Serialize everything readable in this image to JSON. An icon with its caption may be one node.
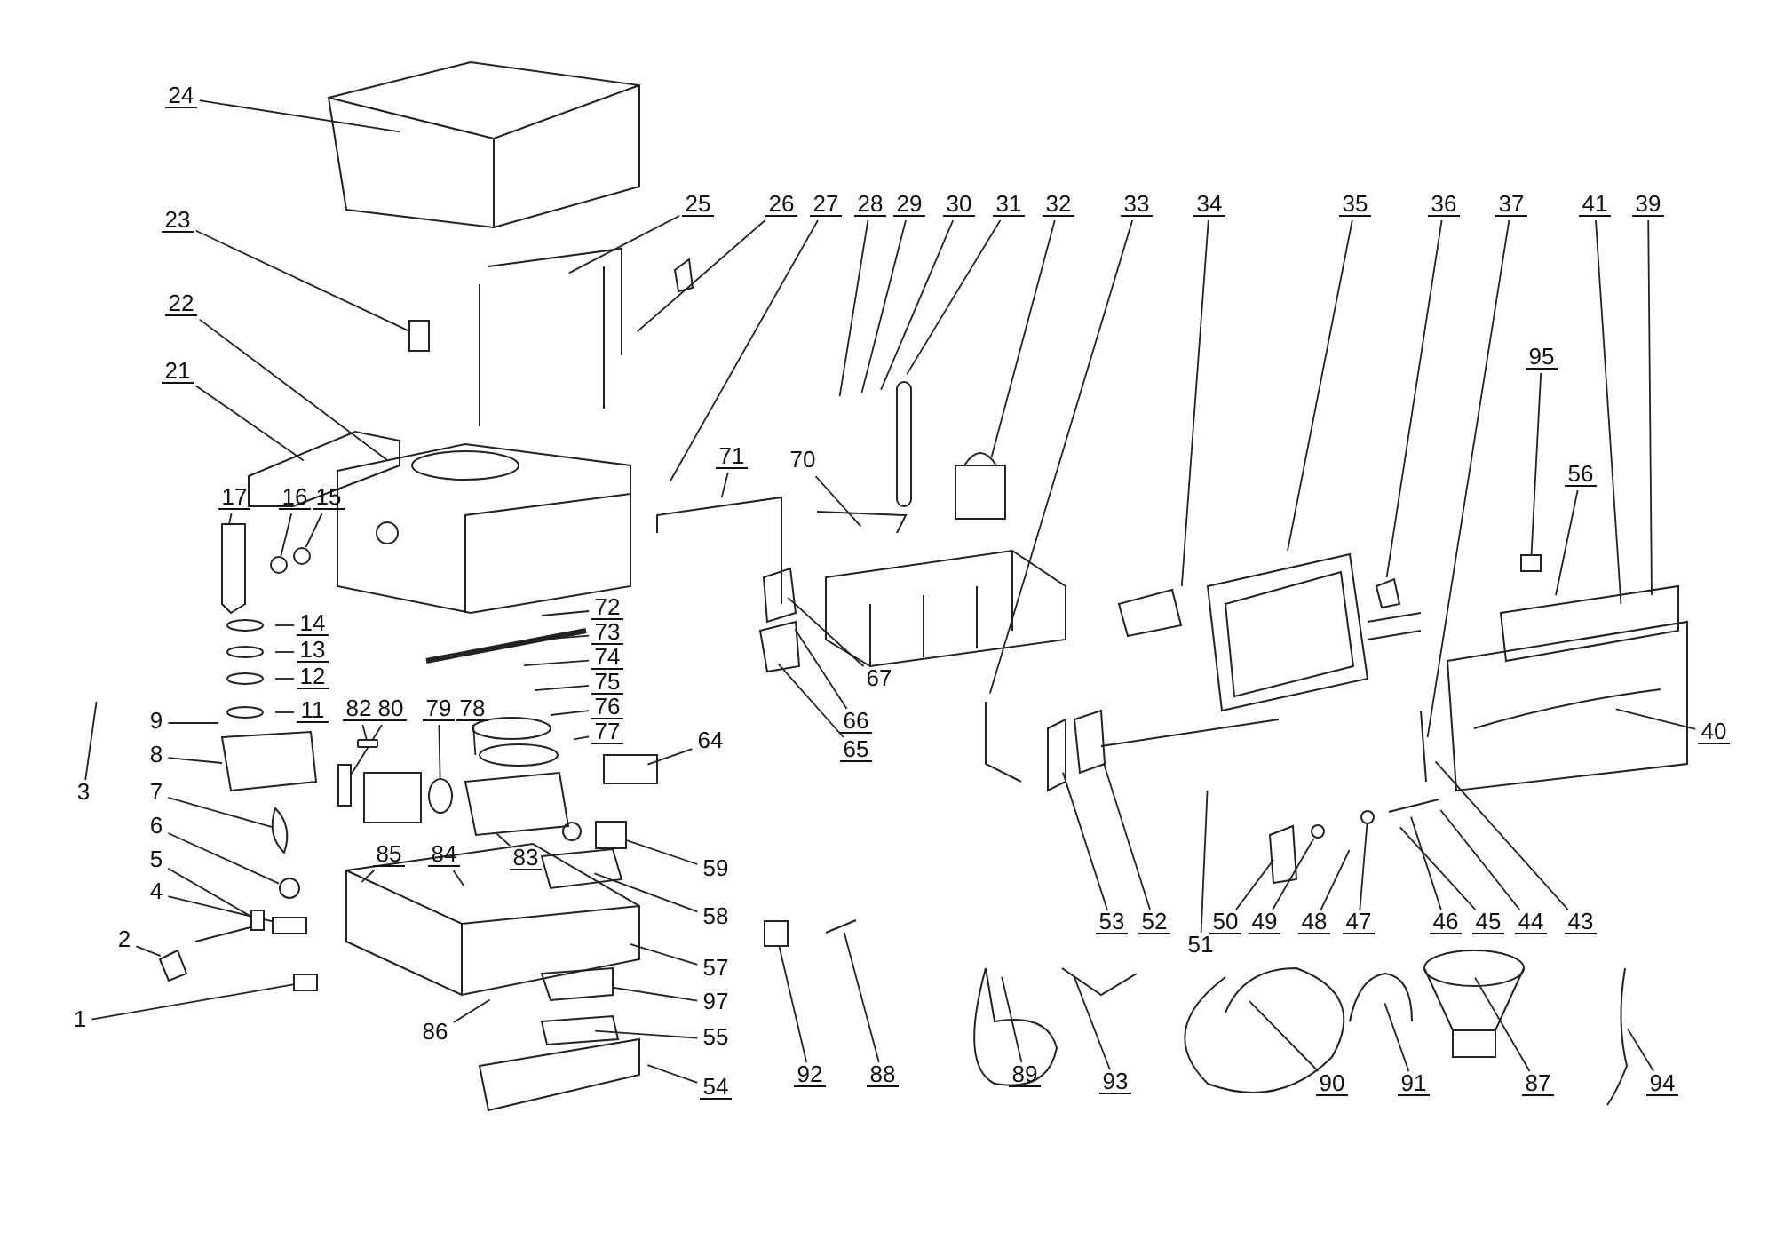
{
  "diagram": {
    "nodes": [
      {
        "text": [
          "24"
        ]
      },
      {
        "text": [
          "23"
        ]
      },
      {
        "text": [
          "22"
        ]
      },
      {
        "text": [
          "21"
        ]
      },
      {
        "text": [
          "25"
        ]
      },
      {
        "text": [
          "26"
        ]
      },
      {
        "text": [
          "27"
        ]
      },
      {
        "text": [
          "28"
        ]
      },
      {
        "text": [
          "29"
        ]
      },
      {
        "text": [
          "30"
        ]
      },
      {
        "text": [
          "31"
        ]
      },
      {
        "text": [
          "32"
        ]
      },
      {
        "text": [
          "33"
        ]
      },
      {
        "text": [
          "34"
        ]
      },
      {
        "text": [
          "35"
        ]
      },
      {
        "text": [
          "36"
        ]
      },
      {
        "text": [
          "37"
        ]
      },
      {
        "text": [
          "41"
        ]
      },
      {
        "text": [
          "39"
        ]
      },
      {
        "text": [
          "95"
        ]
      },
      {
        "text": [
          "56"
        ]
      },
      {
        "text": [
          "40"
        ]
      },
      {
        "text": [
          "43"
        ]
      },
      {
        "text": [
          "44"
        ]
      },
      {
        "text": [
          "45"
        ]
      },
      {
        "text": [
          "46"
        ]
      },
      {
        "text": [
          "47"
        ]
      },
      {
        "text": [
          "48"
        ]
      },
      {
        "text": [
          "49"
        ]
      },
      {
        "text": [
          "50"
        ]
      },
      {
        "text": [
          "51"
        ]
      },
      {
        "text": [
          "52"
        ]
      },
      {
        "text": [
          "53"
        ]
      },
      {
        "text": [
          "92"
        ]
      },
      {
        "text": [
          "88"
        ]
      },
      {
        "text": [
          "89"
        ]
      },
      {
        "text": [
          "93"
        ]
      },
      {
        "text": [
          "90"
        ]
      },
      {
        "text": [
          "91"
        ]
      },
      {
        "text": [
          "87"
        ]
      },
      {
        "text": [
          "94"
        ]
      },
      {
        "text": [
          "1"
        ]
      },
      {
        "text": [
          "2"
        ]
      },
      {
        "text": [
          "3"
        ]
      },
      {
        "text": [
          "4"
        ]
      },
      {
        "text": [
          "5"
        ]
      },
      {
        "text": [
          "6"
        ]
      },
      {
        "text": [
          "7"
        ]
      },
      {
        "text": [
          "8"
        ]
      },
      {
        "text": [
          "9"
        ]
      },
      {
        "text": [
          "11"
        ]
      },
      {
        "text": [
          "12"
        ]
      },
      {
        "text": [
          "13"
        ]
      },
      {
        "text": [
          "14"
        ]
      },
      {
        "text": [
          "17"
        ]
      },
      {
        "text": [
          "16"
        ]
      },
      {
        "text": [
          "15"
        ]
      },
      {
        "text": [
          "82"
        ]
      },
      {
        "text": [
          "80"
        ]
      },
      {
        "text": [
          "79"
        ]
      },
      {
        "text": [
          "78"
        ]
      },
      {
        "text": [
          "72"
        ]
      },
      {
        "text": [
          "73"
        ]
      },
      {
        "text": [
          "74"
        ]
      },
      {
        "text": [
          "75"
        ]
      },
      {
        "text": [
          "76"
        ]
      },
      {
        "text": [
          "77"
        ]
      },
      {
        "text": [
          "64"
        ]
      },
      {
        "text": [
          "83"
        ]
      },
      {
        "text": [
          "84"
        ]
      },
      {
        "text": [
          "85"
        ]
      },
      {
        "text": [
          "59"
        ]
      },
      {
        "text": [
          "58"
        ]
      },
      {
        "text": [
          "57"
        ]
      },
      {
        "text": [
          "97"
        ]
      },
      {
        "text": [
          "55"
        ]
      },
      {
        "text": [
          "54"
        ]
      },
      {
        "text": [
          "86"
        ]
      },
      {
        "text": [
          "67"
        ]
      },
      {
        "text": [
          "66"
        ]
      },
      {
        "text": [
          "65"
        ]
      },
      {
        "text": [
          "70"
        ]
      },
      {
        "text": [
          "71"
        ]
      },
      {
        "text": [],
        "shape": "box"
      },
      {
        "text": [],
        "shape": "box"
      },
      {
        "text": [],
        "shape": "box"
      },
      {
        "text": [],
        "shape": "box"
      },
      {
        "text": [],
        "shape": "box"
      },
      {
        "text": [],
        "shape": "box"
      },
      {
        "text": [],
        "shape": "circle"
      },
      {
        "text": [],
        "shape": "circle"
      },
      {
        "text": [],
        "shape": "circle"
      },
      {
        "text": [],
        "shape": "box"
      },
      {
        "text": [],
        "shape": "circle"
      },
      {
        "text": [],
        "shape": "bar"
      },
      {
        "text": [],
        "shape": "circle"
      },
      {
        "text": [],
        "shape": "circle"
      },
      {
        "text": [],
        "shape": "box"
      }
    ],
    "edges": [
      {
        "from": 0,
        "to": null,
        "arrow": "none"
      },
      {
        "from": 1,
        "to": 83,
        "arrow": "none"
      },
      {
        "from": 2,
        "to": null,
        "arrow": "none"
      },
      {
        "from": 3,
        "to": null,
        "arrow": "none"
      },
      {
        "from": 4,
        "to": null,
        "arrow": "none"
      },
      {
        "from": 5,
        "to": null,
        "arrow": "none"
      },
      {
        "from": 6,
        "to": null,
        "arrow": "none"
      },
      {
        "from": 7,
        "to": null,
        "arrow": "none"
      },
      {
        "from": 8,
        "to": null,
        "arrow": "none"
      },
      {
        "from": 9,
        "to": null,
        "arrow": "none"
      },
      {
        "from": 10,
        "to": null,
        "arrow": "none"
      },
      {
        "from": 11,
        "to": null,
        "arrow": "none"
      },
      {
        "from": 12,
        "to": null,
        "arrow": "none"
      },
      {
        "from": 13,
        "to": null,
        "arrow": "none"
      },
      {
        "from": 14,
        "to": null,
        "arrow": "none"
      },
      {
        "from": 15,
        "to": null,
        "arrow": "none"
      },
      {
        "from": 16,
        "to": null,
        "arrow": "none"
      },
      {
        "from": 17,
        "to": null,
        "arrow": "none"
      },
      {
        "from": 18,
        "to": null,
        "arrow": "none"
      },
      {
        "from": 19,
        "to": 84,
        "arrow": "none"
      },
      {
        "from": 20,
        "to": null,
        "arrow": "none"
      },
      {
        "from": 21,
        "to": null,
        "arrow": "none"
      },
      {
        "from": 22,
        "to": null,
        "arrow": "none"
      },
      {
        "from": 23,
        "to": null,
        "arrow": "none"
      },
      {
        "from": 24,
        "to": null,
        "arrow": "none"
      },
      {
        "from": 25,
        "to": null,
        "arrow": "none"
      },
      {
        "from": 26,
        "to": 95,
        "arrow": "none"
      },
      {
        "from": 27,
        "to": null,
        "arrow": "none"
      },
      {
        "from": 28,
        "to": 96,
        "arrow": "none"
      },
      {
        "from": 29,
        "to": null,
        "arrow": "none"
      },
      {
        "from": 30,
        "to": null,
        "arrow": "none"
      },
      {
        "from": 31,
        "to": null,
        "arrow": "none"
      },
      {
        "from": 32,
        "to": null,
        "arrow": "none"
      },
      {
        "from": 33,
        "to": 85,
        "arrow": "none"
      },
      {
        "from": 34,
        "to": null,
        "arrow": "none"
      },
      {
        "from": 35,
        "to": null,
        "arrow": "none"
      },
      {
        "from": 36,
        "to": null,
        "arrow": "none"
      },
      {
        "from": 37,
        "to": null,
        "arrow": "none"
      },
      {
        "from": 38,
        "to": null,
        "arrow": "none"
      },
      {
        "from": 39,
        "to": null,
        "arrow": "none"
      },
      {
        "from": 40,
        "to": null,
        "arrow": "none"
      },
      {
        "from": 41,
        "to": 86,
        "arrow": "none"
      },
      {
        "from": 42,
        "to": null,
        "arrow": "none"
      },
      {
        "from": 43,
        "to": null,
        "arrow": "none"
      },
      {
        "from": 44,
        "to": 88,
        "arrow": "none"
      },
      {
        "from": 45,
        "to": 87,
        "arrow": "none"
      },
      {
        "from": 46,
        "to": 89,
        "arrow": "none"
      },
      {
        "from": 47,
        "to": null,
        "arrow": "none"
      },
      {
        "from": 48,
        "to": null,
        "arrow": "none"
      },
      {
        "from": 49,
        "to": null,
        "arrow": "none"
      },
      {
        "from": 50,
        "to": null,
        "arrow": "none"
      },
      {
        "from": 51,
        "to": null,
        "arrow": "none"
      },
      {
        "from": 52,
        "to": null,
        "arrow": "none"
      },
      {
        "from": 53,
        "to": null,
        "arrow": "none"
      },
      {
        "from": 54,
        "to": null,
        "arrow": "none"
      },
      {
        "from": 55,
        "to": 90,
        "arrow": "none"
      },
      {
        "from": 56,
        "to": 91,
        "arrow": "none"
      },
      {
        "from": 57,
        "to": 94,
        "arrow": "none"
      },
      {
        "from": 58,
        "to": 92,
        "arrow": "none"
      },
      {
        "from": 59,
        "to": 93,
        "arrow": "none"
      },
      {
        "from": 60,
        "to": null,
        "arrow": "none"
      },
      {
        "from": 61,
        "to": null,
        "arrow": "none"
      },
      {
        "from": 62,
        "to": null,
        "arrow": "none"
      },
      {
        "from": 63,
        "to": null,
        "arrow": "none"
      },
      {
        "from": 64,
        "to": null,
        "arrow": "none"
      },
      {
        "from": 65,
        "to": null,
        "arrow": "none"
      },
      {
        "from": 66,
        "to": null,
        "arrow": "none"
      },
      {
        "from": 67,
        "to": null,
        "arrow": "none"
      },
      {
        "from": 68,
        "to": null,
        "arrow": "none"
      },
      {
        "from": 69,
        "to": null,
        "arrow": "none"
      },
      {
        "from": 70,
        "to": null,
        "arrow": "none"
      },
      {
        "from": 71,
        "to": 97,
        "arrow": "none"
      },
      {
        "from": 72,
        "to": null,
        "arrow": "none"
      },
      {
        "from": 73,
        "to": null,
        "arrow": "none"
      },
      {
        "from": 74,
        "to": null,
        "arrow": "none"
      },
      {
        "from": 75,
        "to": null,
        "arrow": "none"
      },
      {
        "from": 76,
        "to": null,
        "arrow": "none"
      },
      {
        "from": 77,
        "to": null,
        "arrow": "none"
      },
      {
        "from": 78,
        "to": null,
        "arrow": "none"
      },
      {
        "from": 79,
        "to": null,
        "arrow": "none"
      },
      {
        "from": 80,
        "to": null,
        "arrow": "none"
      },
      {
        "from": 81,
        "to": null,
        "arrow": "none"
      },
      {
        "from": 82,
        "to": null,
        "arrow": "none"
      }
    ]
  }
}
